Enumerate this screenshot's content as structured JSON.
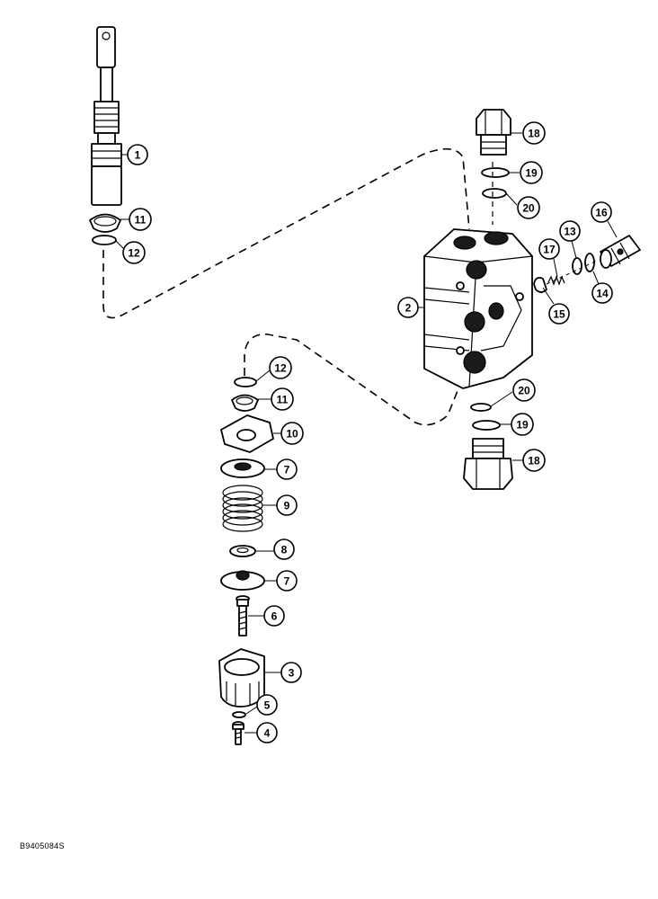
{
  "drawing_code": "B9405084S",
  "callouts": [
    {
      "id": "callout-1",
      "label": "1"
    },
    {
      "id": "callout-2",
      "label": "2"
    },
    {
      "id": "callout-3",
      "label": "3"
    },
    {
      "id": "callout-4",
      "label": "4"
    },
    {
      "id": "callout-5",
      "label": "5"
    },
    {
      "id": "callout-6",
      "label": "6"
    },
    {
      "id": "callout-7a",
      "label": "7"
    },
    {
      "id": "callout-7b",
      "label": "7"
    },
    {
      "id": "callout-8",
      "label": "8"
    },
    {
      "id": "callout-9",
      "label": "9"
    },
    {
      "id": "callout-10",
      "label": "10"
    },
    {
      "id": "callout-11a",
      "label": "11"
    },
    {
      "id": "callout-11b",
      "label": "11"
    },
    {
      "id": "callout-12a",
      "label": "12"
    },
    {
      "id": "callout-12b",
      "label": "12"
    },
    {
      "id": "callout-13",
      "label": "13"
    },
    {
      "id": "callout-14",
      "label": "14"
    },
    {
      "id": "callout-15",
      "label": "15"
    },
    {
      "id": "callout-16",
      "label": "16"
    },
    {
      "id": "callout-17",
      "label": "17"
    },
    {
      "id": "callout-18a",
      "label": "18"
    },
    {
      "id": "callout-18b",
      "label": "18"
    },
    {
      "id": "callout-19a",
      "label": "19"
    },
    {
      "id": "callout-19b",
      "label": "19"
    },
    {
      "id": "callout-20a",
      "label": "20"
    },
    {
      "id": "callout-20b",
      "label": "20"
    }
  ]
}
